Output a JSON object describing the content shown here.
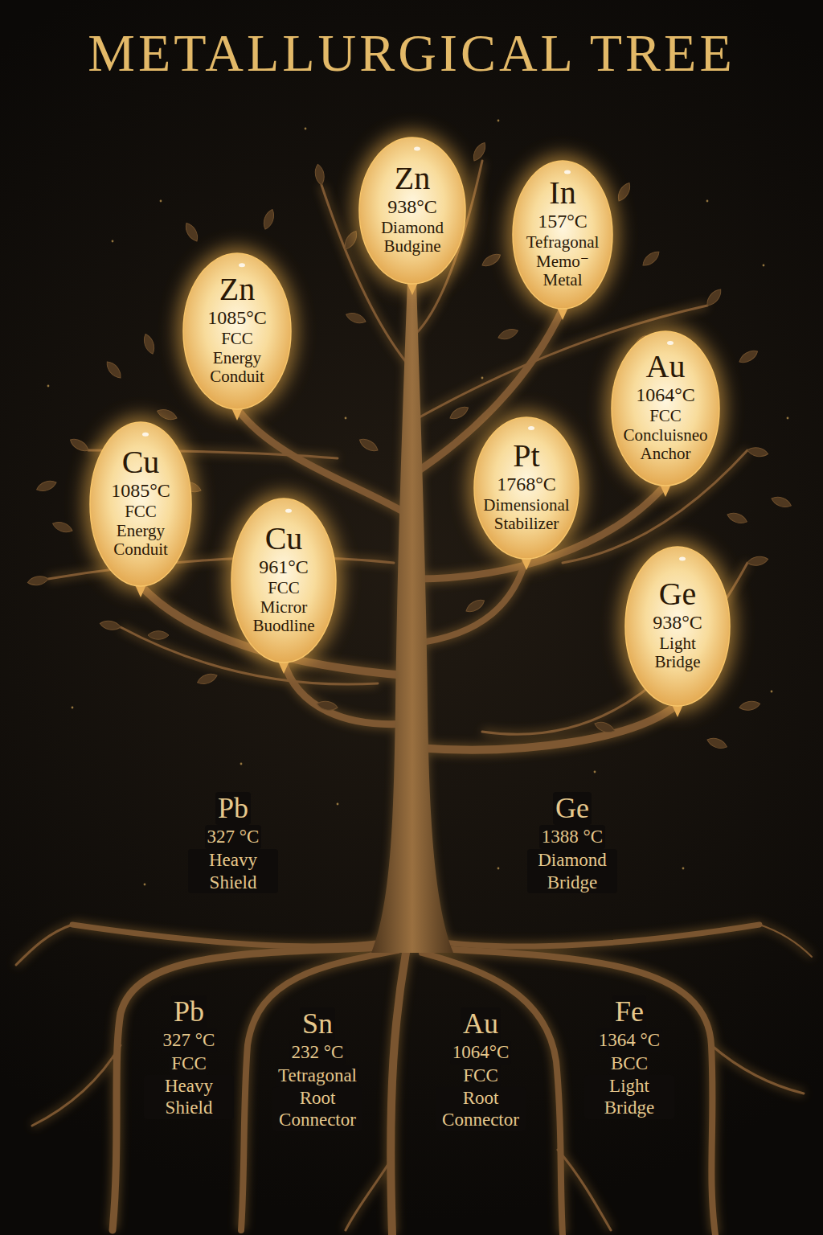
{
  "diagram": {
    "title": "METALLURGICAL TREE",
    "nodes": [
      {
        "text": [
          "Zn",
          "938°C",
          "Diamond",
          "Budgine"
        ]
      },
      {
        "text": [
          "In",
          "157°C",
          "Tefragonal",
          "Memo⁻ Metal"
        ]
      },
      {
        "text": [
          "Zn",
          "1085°C",
          "FCC",
          "Energy Conduit"
        ]
      },
      {
        "text": [
          "Au",
          "1064°C",
          "FCC",
          "Concluisneo Anchor"
        ]
      },
      {
        "text": [
          "Cu",
          "1085°C",
          "FCC",
          "Energy Conduit"
        ]
      },
      {
        "text": [
          "Pt",
          "1768°C",
          "Dimensional Stabilizer"
        ]
      },
      {
        "text": [
          "Cu",
          "961°C",
          "FCC",
          "Micror Buodline"
        ]
      },
      {
        "text": [
          "Ge",
          "938°C",
          "Light Bridge"
        ]
      }
    ],
    "labels": [
      "Pb",
      "327 °C",
      "Heavy Shield",
      "Ge",
      "1388 °C",
      "Diamond Bridge",
      "Pb",
      "327 °C",
      "FCC",
      "Heavy Shield",
      "Sn",
      "232 °C",
      "Tetragonal",
      "Root Connector",
      "Au",
      "1064°C",
      "FCC",
      "Root Connector",
      "Fe",
      "1364 °C",
      "BCC",
      "Light Bridge"
    ]
  }
}
